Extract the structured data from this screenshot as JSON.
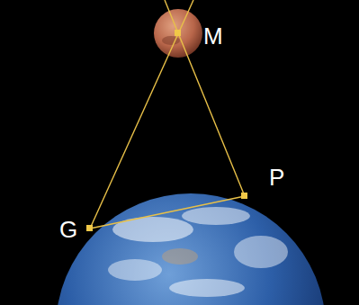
{
  "diagram": {
    "labels": [
      "M",
      "G",
      "P"
    ]
  }
}
